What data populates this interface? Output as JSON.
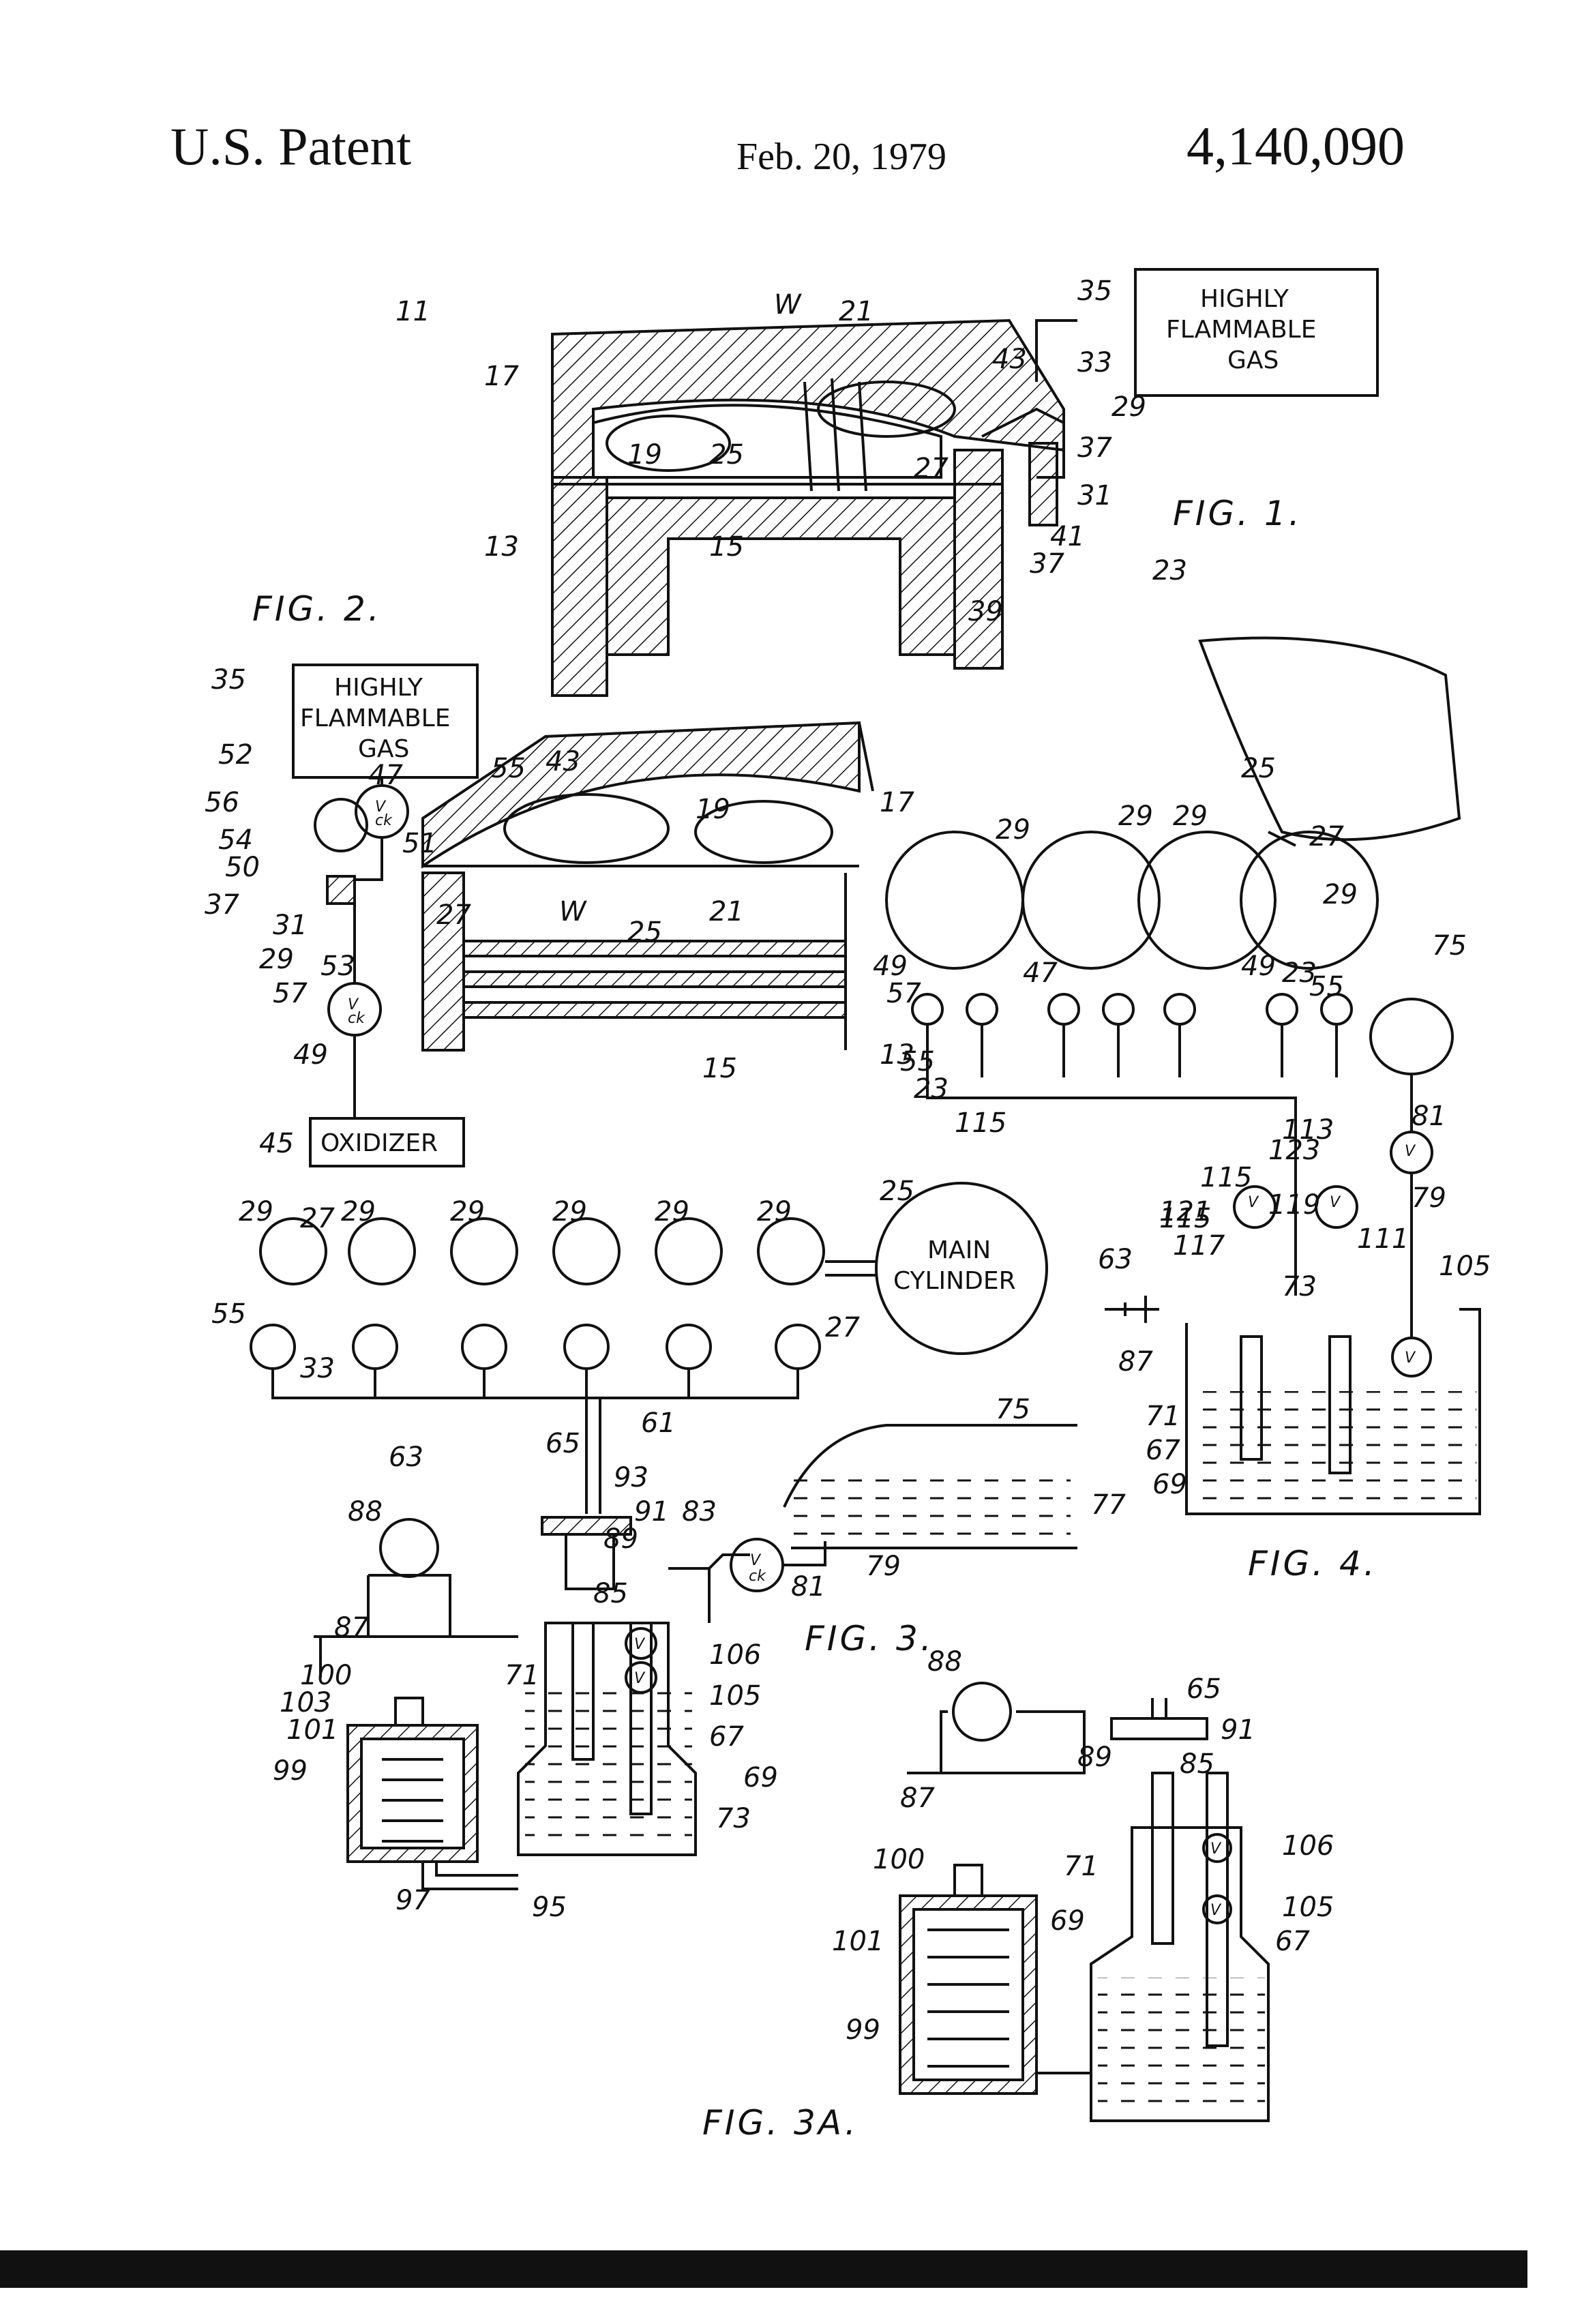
{
  "header": {
    "left": "U.S. Patent",
    "date": "Feb. 20, 1979",
    "number": "4,140,090"
  },
  "figures": {
    "fig1": "FIG. 1.",
    "fig2": "FIG. 2.",
    "fig3": "FIG. 3.",
    "fig3a": "FIG. 3A.",
    "fig4": "FIG. 4."
  },
  "boxes": {
    "gas_line1": "HIGHLY",
    "gas_line2": "FLAMMABLE",
    "gas_line3": "GAS",
    "oxidizer": "OXIDIZER",
    "main_cyl_line1": "MAIN",
    "main_cyl_line2": "CYLINDER"
  },
  "valve": {
    "v": "V",
    "ck": "ck"
  },
  "refs": {
    "r11": "11",
    "r13": "13",
    "r15": "15",
    "r17": "17",
    "r19": "19",
    "r21": "21",
    "r23": "23",
    "r25": "25",
    "r27": "27",
    "r29": "29",
    "r31": "31",
    "r33": "33",
    "r35": "35",
    "r37": "37",
    "r39": "39",
    "r41": "41",
    "r43": "43",
    "r45": "45",
    "r47": "47",
    "r49": "49",
    "r50": "50",
    "r51": "51",
    "r52": "52",
    "r53": "53",
    "r54": "54",
    "r55": "55",
    "r56": "56",
    "r57": "57",
    "r61": "61",
    "r63": "63",
    "r65": "65",
    "r67": "67",
    "r69": "69",
    "r71": "71",
    "r73": "73",
    "r75": "75",
    "r77": "77",
    "r79": "79",
    "r81": "81",
    "r83": "83",
    "r85": "85",
    "r87": "87",
    "r88": "88",
    "r89": "89",
    "r91": "91",
    "r93": "93",
    "r95": "95",
    "r97": "97",
    "r99": "99",
    "r100": "100",
    "r101": "101",
    "r103": "103",
    "r105": "105",
    "r106": "106",
    "r111": "111",
    "r113": "113",
    "r115": "115",
    "r117": "117",
    "r119": "119",
    "r121": "121",
    "r123": "123",
    "w": "W"
  }
}
